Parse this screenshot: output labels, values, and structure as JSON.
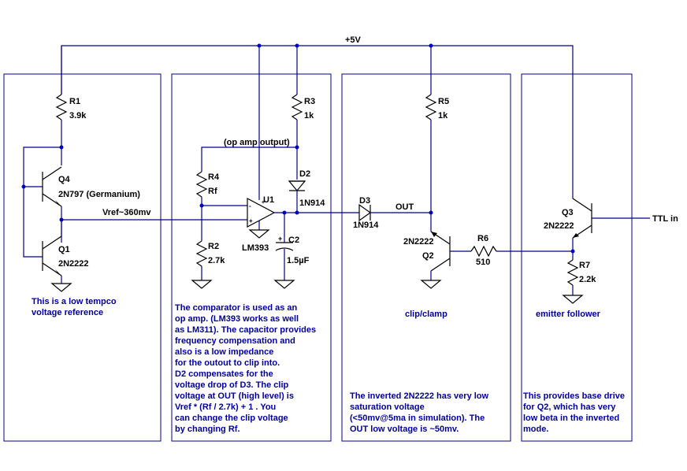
{
  "supply_label": "+5V",
  "components": {
    "r1": {
      "ref": "R1",
      "value": "3.9k"
    },
    "r2": {
      "ref": "R2",
      "value": "2.7k"
    },
    "r3": {
      "ref": "R3",
      "value": "1k"
    },
    "r4": {
      "ref": "R4",
      "value": "Rf"
    },
    "r5": {
      "ref": "R5",
      "value": "1k"
    },
    "r6": {
      "ref": "R6",
      "value": "510"
    },
    "r7": {
      "ref": "R7",
      "value": "2.2k"
    },
    "q1": {
      "ref": "Q1",
      "value": "2N2222"
    },
    "q2": {
      "ref": "Q2",
      "value": "2N2222"
    },
    "q3": {
      "ref": "Q3",
      "value": "2N2222"
    },
    "q4": {
      "ref": "Q4",
      "value": "2N797 (Germanium)"
    },
    "d2": {
      "ref": "D2",
      "value": "1N914"
    },
    "d3": {
      "ref": "D3",
      "value": "1N914"
    },
    "c2": {
      "ref": "C2",
      "value": "1.5µF"
    },
    "u1": {
      "ref": "U1",
      "value": "LM393"
    }
  },
  "net_labels": {
    "vref": "Vref~360mv",
    "opamp_output": "(op amp output)",
    "out": "OUT",
    "ttl_in": "TTL in"
  },
  "notes": {
    "reference": [
      "This is a low tempco",
      "voltage reference"
    ],
    "comparator": [
      "The comparator is used as an",
      "op amp. (LM393 works as well",
      "as LM311). The capacitor provides",
      "frequency compensation and",
      "also is a low impedance",
      "for the outout to clip into.",
      "D2 compensates for the",
      "voltage drop of D3. The clip",
      "voltage at OUT (high level) is",
      "Vref * (Rf / 2.7k) + 1 .  You",
      "can change the clip voltage",
      "by changing Rf."
    ],
    "clip_title": "clip/clamp",
    "clip": [
      "The inverted 2N2222 has very low",
      "saturation voltage",
      "(<50mv@5ma in simulation).  The",
      "OUT low voltage is ~50mv."
    ],
    "follower_title": "emitter follower",
    "follower": [
      "This provides base drive",
      "for Q2, which has very",
      "low beta in the inverted",
      "mode."
    ]
  }
}
